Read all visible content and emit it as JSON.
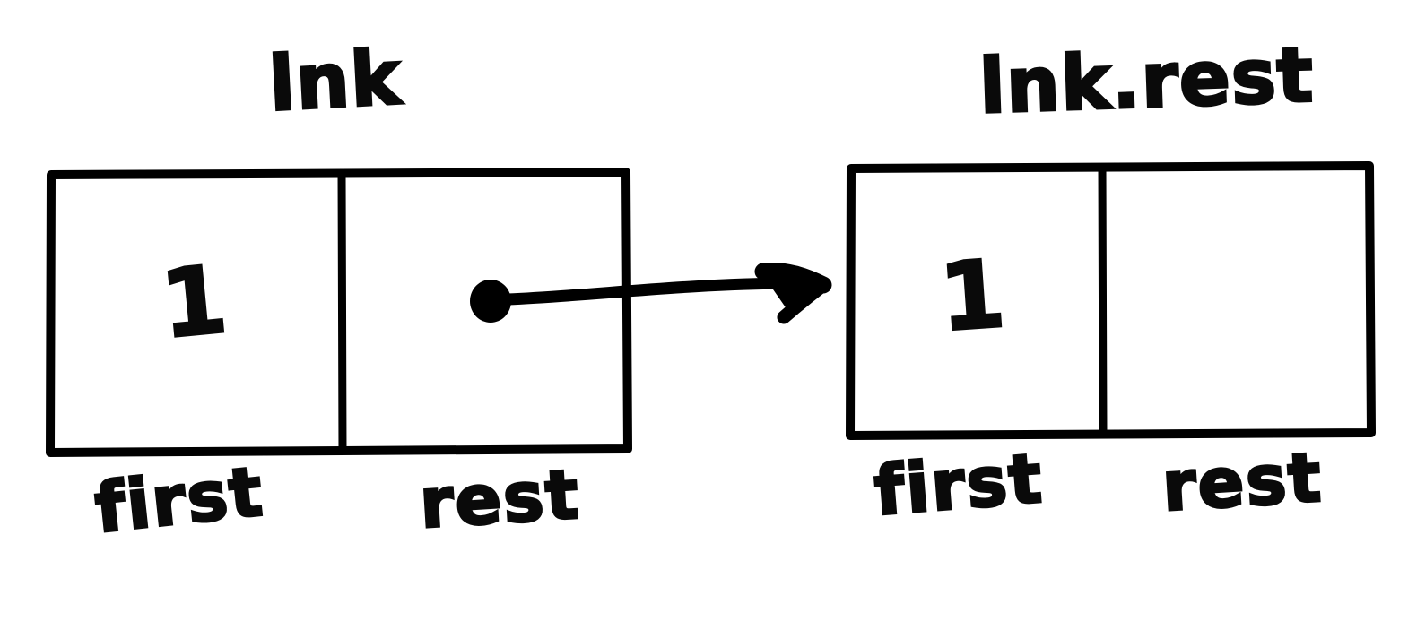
{
  "diagram": {
    "type": "linked-list-node-diagram",
    "background_color": "#ffffff",
    "ink_color": "#000000",
    "style": "hand-drawn-marker",
    "nodes": [
      {
        "id": "lnk",
        "title": "lnk",
        "cells": [
          {
            "field": "first",
            "value": "1"
          },
          {
            "field": "rest",
            "value": ""
          }
        ]
      },
      {
        "id": "lnk-rest",
        "title": "lnk.rest",
        "cells": [
          {
            "field": "first",
            "value": "1"
          },
          {
            "field": "rest",
            "value": ""
          }
        ]
      }
    ],
    "arrow": {
      "label": "",
      "from_node": "lnk",
      "from_field": "rest",
      "to_node": "lnk-rest",
      "start_marker": "dot",
      "end_marker": "arrowhead"
    }
  }
}
